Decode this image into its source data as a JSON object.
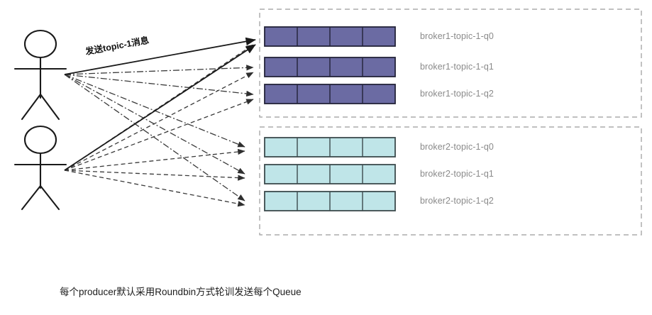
{
  "diagram": {
    "title_caption": "每个producer默认采用Roundbin方式轮训发送每个Queue",
    "arrow_label": "发送topic-1消息",
    "colors": {
      "broker1_queue_fill": "#6b6ba3",
      "broker1_queue_border": "#232339",
      "broker2_queue_fill": "#bfe5e8",
      "broker2_queue_border": "#3c4a4d",
      "container_border": "#9a9a9a",
      "label_text": "#8a8a8a",
      "actor_stroke": "#1a1a1a",
      "arrow_solid": "#1a1a1a",
      "arrow_dashdot": "#3a3a3a",
      "arrow_dashed": "#3a3a3a",
      "caption_text": "#1d1d1d"
    },
    "producers": [
      {
        "name": "producer-1",
        "label": ""
      },
      {
        "name": "producer-2",
        "label": ""
      }
    ],
    "brokers": [
      {
        "name": "broker1",
        "queues": [
          {
            "label": "broker1-topic-1-q0",
            "cells": 4
          },
          {
            "label": "broker1-topic-1-q1",
            "cells": 4
          },
          {
            "label": "broker1-topic-1-q2",
            "cells": 4
          }
        ]
      },
      {
        "name": "broker2",
        "queues": [
          {
            "label": "broker2-topic-1-q0",
            "cells": 4
          },
          {
            "label": "broker2-topic-1-q1",
            "cells": 4
          },
          {
            "label": "broker2-topic-1-q2",
            "cells": 4
          }
        ]
      }
    ]
  }
}
